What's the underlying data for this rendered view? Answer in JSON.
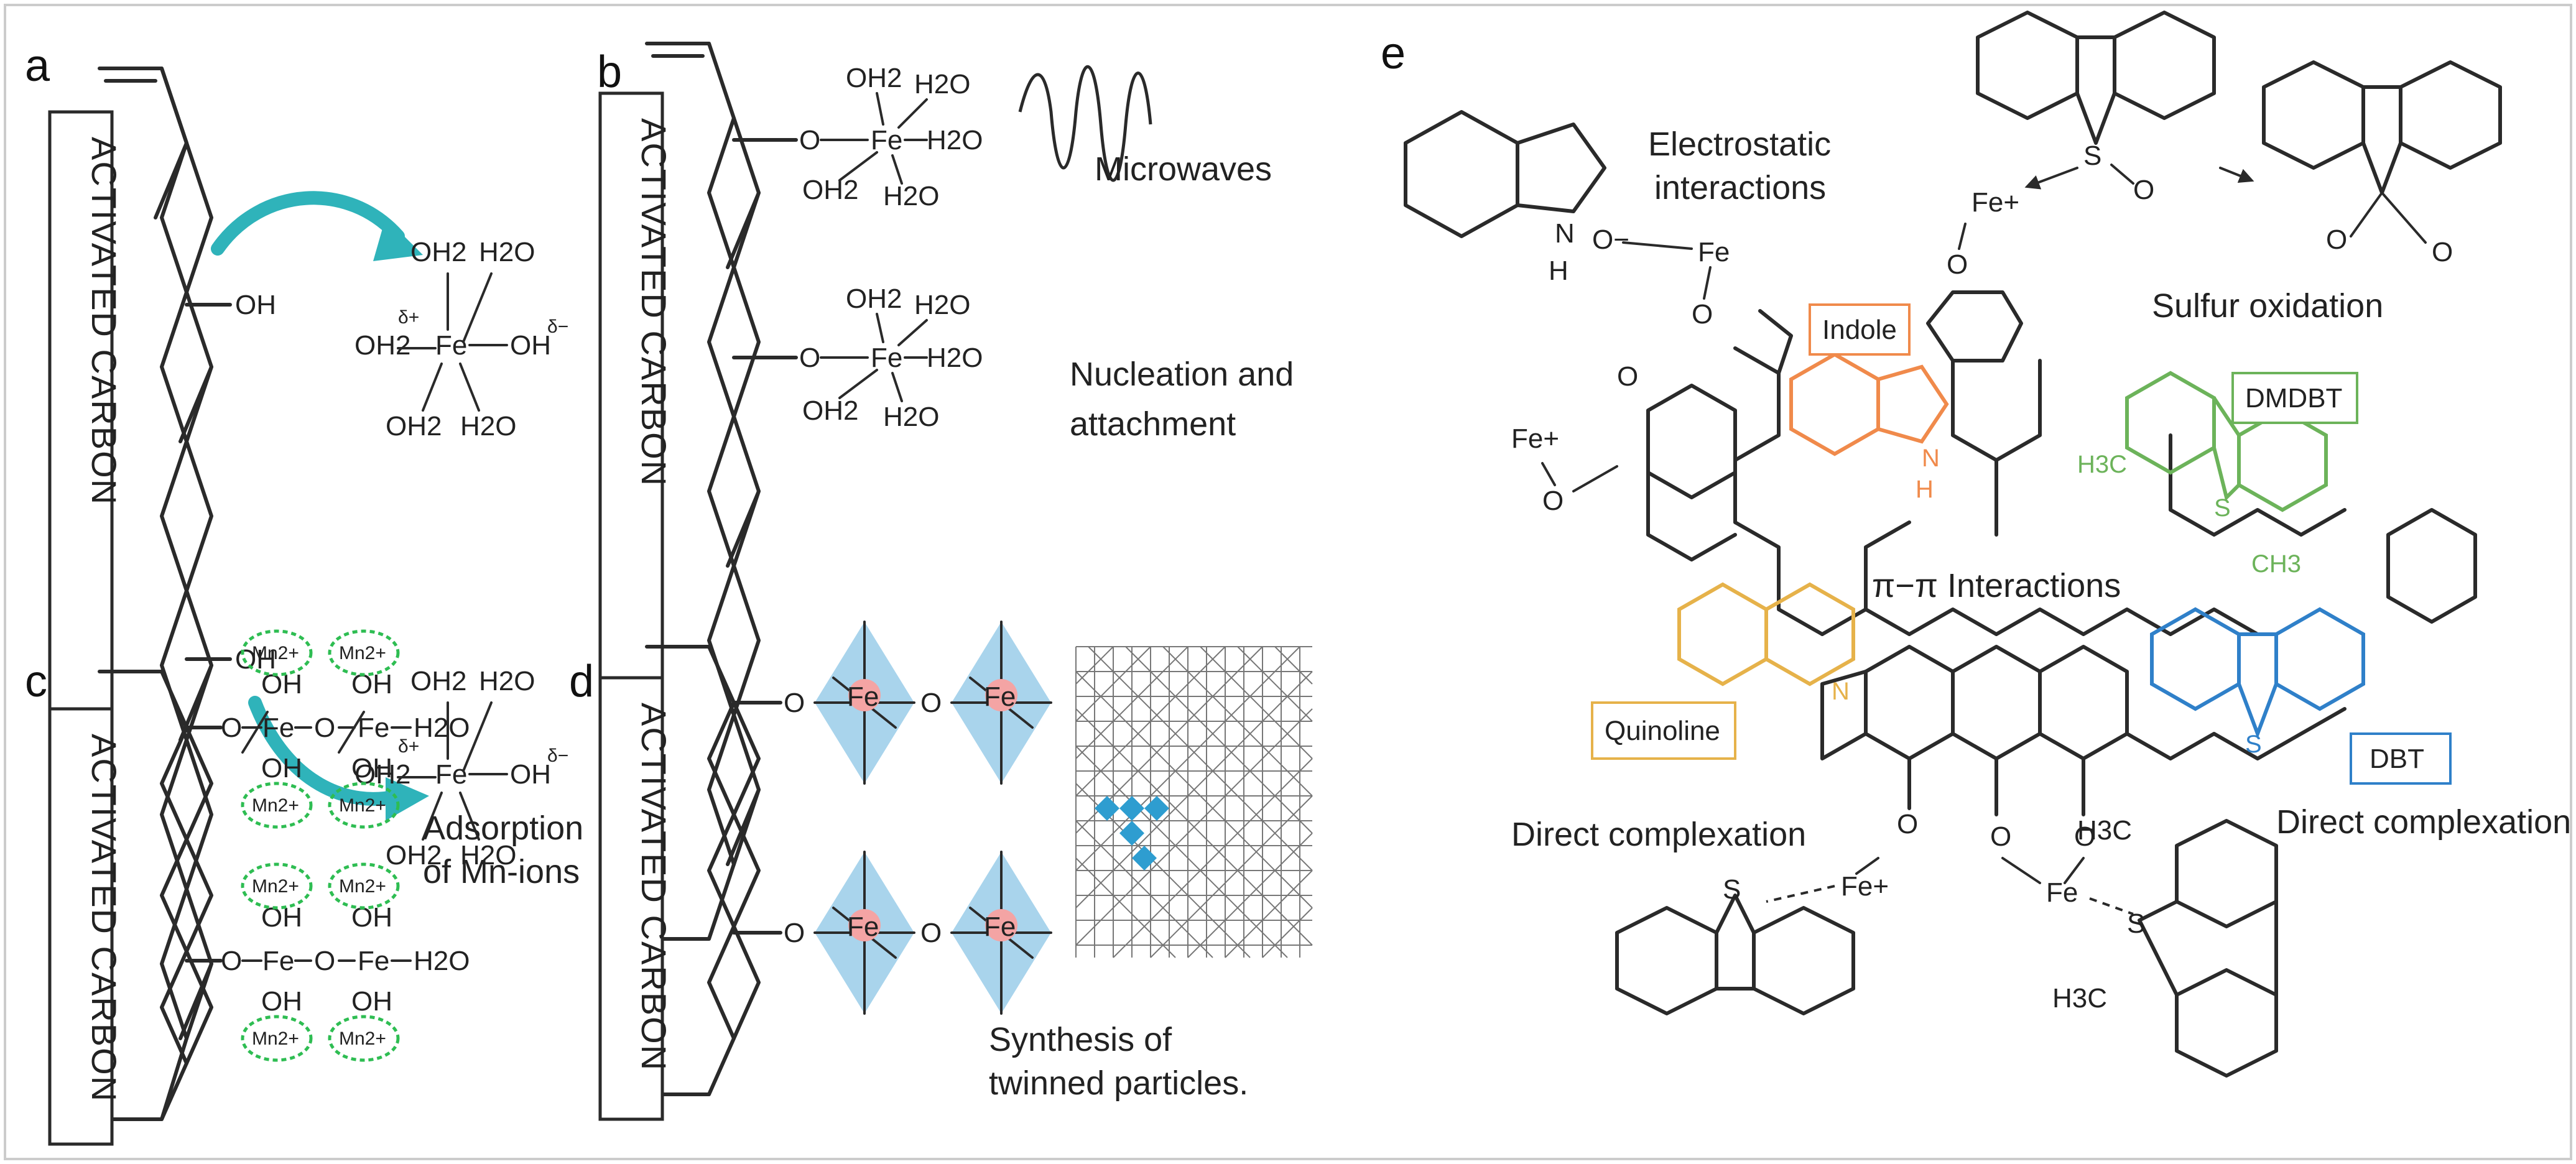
{
  "panels": {
    "a": {
      "letter": "a",
      "support": "ACTIVATED CARBON",
      "oh": "OH",
      "oh2": "OH2",
      "h2o": "H2O",
      "fe": "Fe",
      "oh_neg": "OH",
      "delta_plus": "δ+",
      "delta_minus": "δ−"
    },
    "b": {
      "letter": "b",
      "support": "ACTIVATED CARBON",
      "o": "O",
      "fe": "Fe",
      "oh2": "OH2",
      "h2o": "H2O",
      "text_1": "Microwaves",
      "text_2_line1": "Nucleation and",
      "text_2_line2": "attachment"
    },
    "c": {
      "letter": "c",
      "support": "ACTIVATED CARBON",
      "o": "O",
      "fe": "Fe",
      "oh": "OH",
      "h2o": "H2O",
      "mn_top": "Mn2+",
      "mn_bottom": "Mn2+",
      "text_line1": "Adsorption",
      "text_line2": "of Mn-ions"
    },
    "d": {
      "letter": "d",
      "support": "ACTIVATED CARBON",
      "o": "O",
      "fe": "Fe",
      "text_line1": "Synthesis of",
      "text_line2": "twinned particles."
    },
    "e": {
      "letter": "e",
      "electrostatic_line1": "Electrostatic",
      "electrostatic_line2": "interactions",
      "sulfur_oxidation": "Sulfur oxidation",
      "pi_pi": "π−π Interactions",
      "direct_left": "Direct complexation",
      "direct_right": "Direct complexation",
      "indole": "Indole",
      "dmdbt": "DMDBT",
      "quinoline": "Quinoline",
      "dbt": "DBT",
      "fe": "Fe",
      "fe_plus": "Fe+",
      "o": "O",
      "o_minus": "O−",
      "n": "N",
      "h": "H",
      "s": "S",
      "h3c": "H3C",
      "ch3": "CH3"
    }
  },
  "colors": {
    "arrow": "#2fb3ba",
    "mn_ring": "#2ebd52",
    "octahedron": "#a9d4ec",
    "fe_dot": "#f4a4a4",
    "indole": "#f08a4b",
    "dmdbt": "#6cb35a",
    "quinoline": "#e6b24a",
    "dbt": "#2f80c9",
    "sulfur": "#e21a1a"
  }
}
